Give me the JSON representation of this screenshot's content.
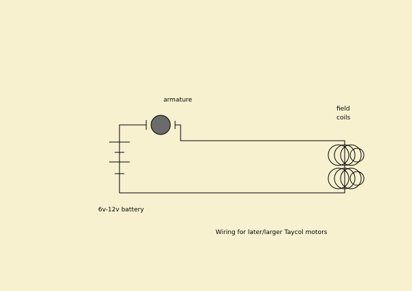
{
  "colors": {
    "background": "#f7f1d0",
    "wire": "#000000",
    "armature_fill": "#6b6b6b"
  },
  "labels": {
    "armature": "armature",
    "field_line1": "field",
    "field_line2": "coils",
    "battery": "6v-12v battery",
    "caption": "Wiring for later/larger Taycol motors"
  }
}
